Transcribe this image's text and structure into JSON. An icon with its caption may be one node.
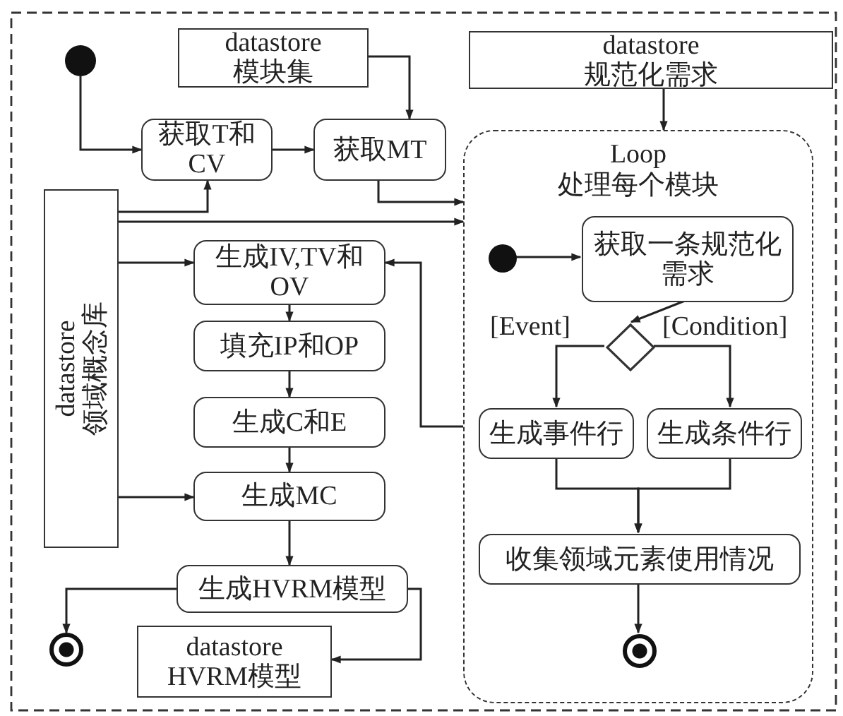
{
  "diagram": {
    "nodes": [
      {
        "text": [],
        "shape": "circle"
      },
      {
        "text": [
          "datastore",
          "模块集"
        ]
      },
      {
        "text": [
          "datastore",
          "规范化需求"
        ]
      },
      {
        "text": [
          "获取T和CV"
        ]
      },
      {
        "text": [
          "获取MT"
        ]
      },
      {
        "text": [
          "datastore",
          "领域概念库"
        ]
      },
      {
        "text": [
          "Loop",
          "处理每个模块"
        ]
      },
      {
        "text": [],
        "shape": "circle",
        "in": 6
      },
      {
        "text": [
          "获取一条规范化需求"
        ],
        "in": 6
      },
      {
        "text": [],
        "shape": "diamond",
        "in": 6
      },
      {
        "text": [
          "生成事件行"
        ],
        "in": 6
      },
      {
        "text": [
          "生成条件行"
        ],
        "in": 6
      },
      {
        "text": [
          "收集领域元素使用情况"
        ],
        "in": 6
      },
      {
        "text": [],
        "shape": "circle",
        "in": 6
      },
      {
        "text": [
          "生成IV,TV和OV"
        ]
      },
      {
        "text": [
          "填充IP和OP"
        ]
      },
      {
        "text": [
          "生成C和E"
        ]
      },
      {
        "text": [
          "生成MC"
        ]
      },
      {
        "text": [
          "生成HVRM模型"
        ]
      },
      {
        "text": [],
        "shape": "circle"
      },
      {
        "text": [
          "datastore",
          "HVRM模型"
        ]
      }
    ],
    "edges": [
      {
        "from": 0,
        "to": 3,
        "arrow": "to"
      },
      {
        "from": 3,
        "to": 4,
        "arrow": "to"
      },
      {
        "from": 1,
        "to": 4,
        "arrow": "to"
      },
      {
        "from": 4,
        "to": 6,
        "arrow": "to"
      },
      {
        "from": 5,
        "to": 3,
        "arrow": "to"
      },
      {
        "from": 5,
        "to": 6,
        "arrow": "to"
      },
      {
        "from": 5,
        "to": 14,
        "arrow": "to"
      },
      {
        "from": 6,
        "to": 14,
        "arrow": "to"
      },
      {
        "from": 14,
        "to": 15,
        "arrow": "to"
      },
      {
        "from": 15,
        "to": 16,
        "arrow": "to"
      },
      {
        "from": 16,
        "to": 17,
        "arrow": "to"
      },
      {
        "from": 5,
        "to": 17,
        "arrow": "to"
      },
      {
        "from": 17,
        "to": 18,
        "arrow": "to"
      },
      {
        "from": 18,
        "to": 19,
        "arrow": "to"
      },
      {
        "from": 18,
        "to": 20,
        "arrow": "to"
      },
      {
        "from": 2,
        "to": 6,
        "arrow": "to"
      },
      {
        "from": 7,
        "to": 8,
        "arrow": "to"
      },
      {
        "from": 8,
        "to": 9,
        "arrow": "to"
      },
      {
        "from": 9,
        "to": 10,
        "arrow": "to",
        "label": "[Event]"
      },
      {
        "from": 9,
        "to": 11,
        "arrow": "to",
        "label": "[Condition]"
      },
      {
        "from": 10,
        "to": 12,
        "arrow": "to"
      },
      {
        "from": 11,
        "to": 12,
        "arrow": "to"
      },
      {
        "from": 12,
        "to": 13,
        "arrow": "to"
      }
    ]
  }
}
